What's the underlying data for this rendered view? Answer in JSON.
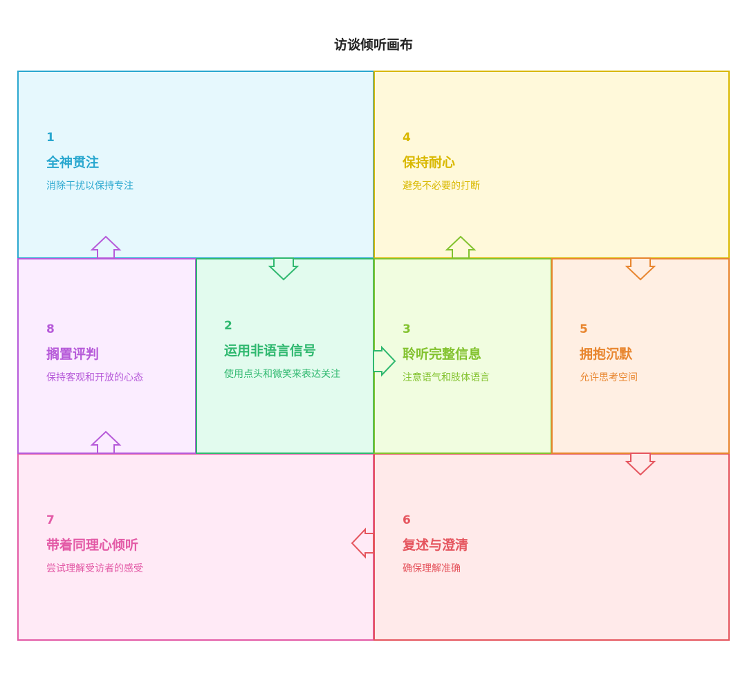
{
  "title": "访谈倾听画布",
  "cells": [
    {
      "num": "1",
      "title": "全神贯注",
      "desc": "消除干扰以保持专注",
      "color": "#29a7cf",
      "bg": "#e6f8fd"
    },
    {
      "num": "2",
      "title": "运用非语言信号",
      "desc": "使用点头和微笑来表达关注",
      "color": "#2fb86f",
      "bg": "#e2fbee"
    },
    {
      "num": "3",
      "title": "聆听完整信息",
      "desc": "注意语气和肢体语言",
      "color": "#82c22e",
      "bg": "#f1fde0"
    },
    {
      "num": "4",
      "title": "保持耐心",
      "desc": "避免不必要的打断",
      "color": "#d9b800",
      "bg": "#fff9da"
    },
    {
      "num": "5",
      "title": "拥抱沉默",
      "desc": "允许思考空间",
      "color": "#e8852e",
      "bg": "#ffefe3"
    },
    {
      "num": "6",
      "title": "复述与澄清",
      "desc": "确保理解准确",
      "color": "#e5555e",
      "bg": "#ffeaea"
    },
    {
      "num": "7",
      "title": "带着同理心倾听",
      "desc": "尝试理解受访者的感受",
      "color": "#e35aa6",
      "bg": "#ffeaf6"
    },
    {
      "num": "8",
      "title": "搁置评判",
      "desc": "保持客观和开放的心态",
      "color": "#b65ad9",
      "bg": "#fbedff"
    }
  ]
}
